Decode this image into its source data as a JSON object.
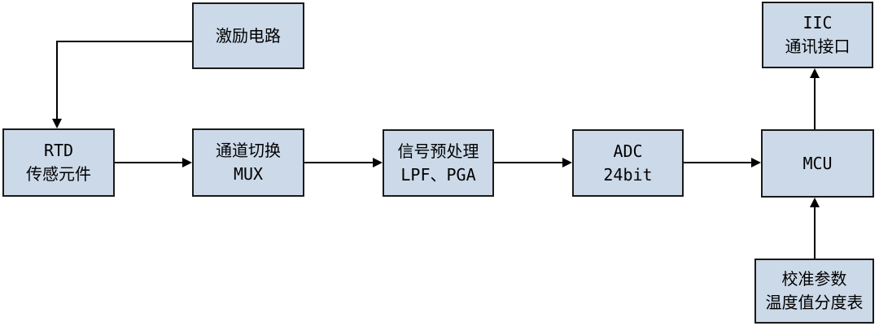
{
  "diagram": {
    "type": "block-diagram",
    "nodes": {
      "excitation": {
        "lines": [
          "激励电路"
        ]
      },
      "rtd": {
        "lines": [
          "RTD",
          "传感元件"
        ]
      },
      "mux": {
        "lines": [
          "通道切换",
          "MUX"
        ]
      },
      "signal": {
        "lines": [
          "信号预处理",
          "LPF、PGA"
        ]
      },
      "adc": {
        "lines": [
          "ADC",
          "24bit"
        ]
      },
      "mcu": {
        "lines": [
          "MCU"
        ]
      },
      "iic": {
        "lines": [
          "IIC",
          "通讯接口"
        ]
      },
      "calibration": {
        "lines": [
          "校准参数",
          "温度值分度表"
        ]
      }
    },
    "edges": [
      {
        "from": "excitation",
        "to": "rtd",
        "style": "elbow-left-down"
      },
      {
        "from": "rtd",
        "to": "mux",
        "style": "straight-right"
      },
      {
        "from": "mux",
        "to": "signal",
        "style": "straight-right"
      },
      {
        "from": "signal",
        "to": "adc",
        "style": "straight-right"
      },
      {
        "from": "adc",
        "to": "mcu",
        "style": "straight-right"
      },
      {
        "from": "mcu",
        "to": "iic",
        "style": "straight-up"
      },
      {
        "from": "calibration",
        "to": "mcu",
        "style": "straight-up"
      }
    ],
    "colors": {
      "node_fill": "#ccd9e8",
      "node_border": "#1a1a1a",
      "connector": "#000000",
      "background": "#ffffff"
    }
  }
}
